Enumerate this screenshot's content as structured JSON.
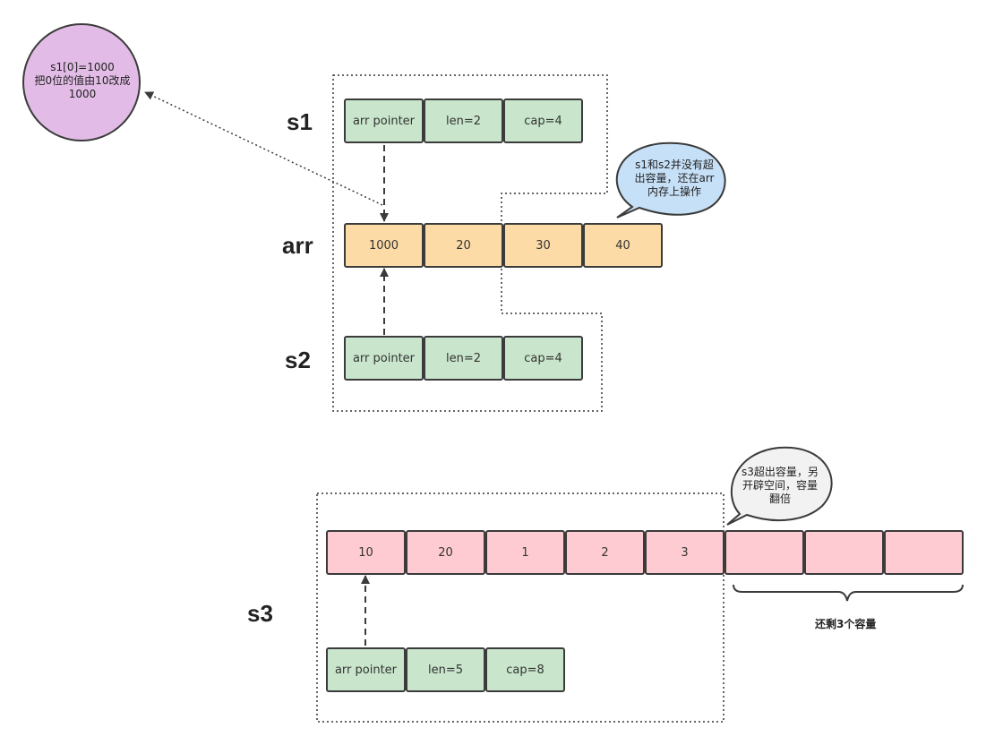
{
  "labels": {
    "s1": "s1",
    "arr": "arr",
    "s2": "s2",
    "s3": "s3"
  },
  "s1": {
    "pointer": "arr pointer",
    "len": "len=2",
    "cap": "cap=4"
  },
  "arr": {
    "cells": [
      "1000",
      "20",
      "30",
      "40"
    ]
  },
  "s2": {
    "pointer": "arr pointer",
    "len": "len=2",
    "cap": "cap=4"
  },
  "s3_array": {
    "cells": [
      "10",
      "20",
      "1",
      "2",
      "3",
      "",
      "",
      ""
    ]
  },
  "s3": {
    "pointer": "arr pointer",
    "len": "len=5",
    "cap": "cap=8"
  },
  "notes": {
    "circle": {
      "lines": [
        "s1[0]=1000",
        "把0位的值由10改成",
        "1000"
      ]
    },
    "bubble_blue": {
      "lines": [
        "s1和s2并没有超",
        "出容量，还在arr",
        "内存上操作"
      ]
    },
    "bubble_gray": {
      "lines": [
        "s3超出容量，另",
        "开辟空间，容量",
        "翻倍"
      ]
    }
  },
  "caption_remaining": "还剩3个容量",
  "colors": {
    "header_green": "#c9e6cc",
    "array_orange": "#fcdba7",
    "new_array_pink": "#fdcbd1",
    "circle_purple": "#e2bce6",
    "bubble_blue": "#c6e0f7",
    "bubble_gray": "#f2f2f2",
    "border": "#3b3b3b"
  }
}
